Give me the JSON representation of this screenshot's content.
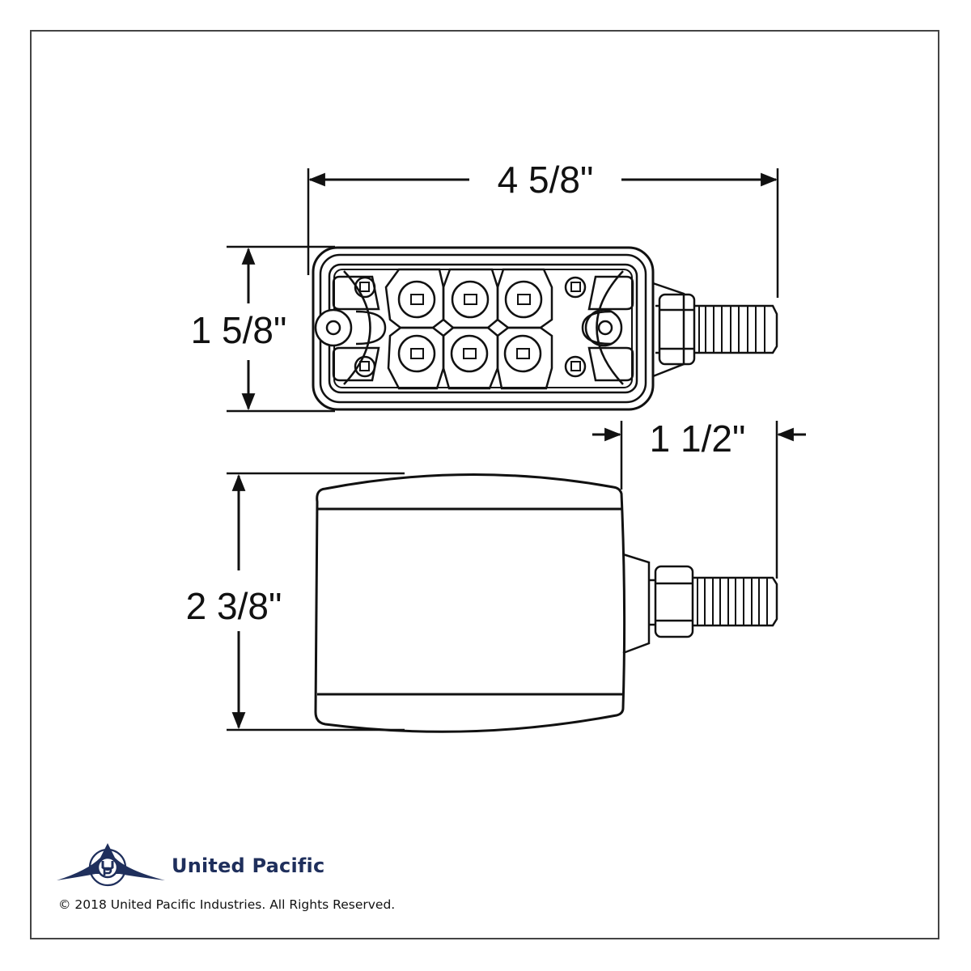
{
  "diagram": {
    "title": "Light dimensions drawing",
    "views": [
      {
        "name": "front-view",
        "description": "LED lens face with 6 center LEDs and 4 corner LEDs"
      },
      {
        "name": "side-view",
        "description": "Housing profile with threaded stud and nut"
      }
    ],
    "dimensions": {
      "overall_length": "4 5/8\"",
      "front_height": "1 5/8\"",
      "stud_length": "1 1/2\"",
      "housing_height": "2 3/8\""
    }
  },
  "branding": {
    "logo_icon": "united-pacific-logo-icon",
    "company_name": "United Pacific",
    "copyright": "© 2018 United Pacific Industries. All Rights Reserved.",
    "brand_color": "#1f2f5c"
  },
  "colors": {
    "line": "#111111",
    "frame": "#444444",
    "background": "#ffffff"
  }
}
